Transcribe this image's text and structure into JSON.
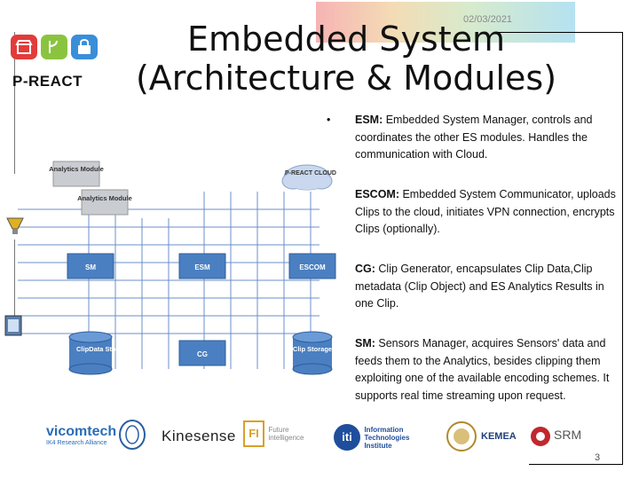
{
  "slide": {
    "date": "02/03/2021",
    "title_line1": "Embedded System",
    "title_line2": "(Architecture & Modules)",
    "logo_text": "P-REACT",
    "page_number": "3"
  },
  "bullets": [
    {
      "symbol": "•",
      "key": "ESM:",
      "text": " Embedded System Manager, controls and coordinates the other ES modules. Handles the communication with Cloud."
    },
    {
      "symbol": "",
      "key": "ESCOM:",
      "text": " Embedded System Communicator, uploads Clips to the cloud, initiates VPN connection, encrypts Clips (optionally)."
    },
    {
      "symbol": "",
      "key": "CG:",
      "text": " Clip Generator, encapsulates Clip Data,Clip metadata (Clip Object) and ES Analytics Results in one Clip."
    },
    {
      "symbol": "",
      "key": "SM:",
      "text": " Sensors Manager, acquires Sensors' data and feeds them to the Analytics, besides clipping them exploiting one of the available encoding schemes. It supports real time streaming upon request."
    }
  ],
  "diagram": {
    "analytics_module_1": "Analytics Module",
    "analytics_module_2": "Analytics Module",
    "cloud": "P-REACT CLOUD",
    "sm": "SM",
    "esm": "ESM",
    "escom": "ESCOM",
    "clipdata_storage": "ClipData Storage",
    "cg": "CG",
    "clip_storage": "Clip Storage"
  },
  "partners": {
    "vicomtech": "vicomtech",
    "vicomtech_sub": "IK4 Research Alliance",
    "kinesense": "Kinesense",
    "future_intelligence": "Future intelligence",
    "iti": "iti",
    "iti_full": "Information Technologies Institute",
    "kemea": "KEMEA",
    "srm": "SRM"
  },
  "colors": {
    "box_blue": "#4a7fc1",
    "box_gray": "#c9ccd1",
    "line_blue": "#6b8fc8"
  }
}
